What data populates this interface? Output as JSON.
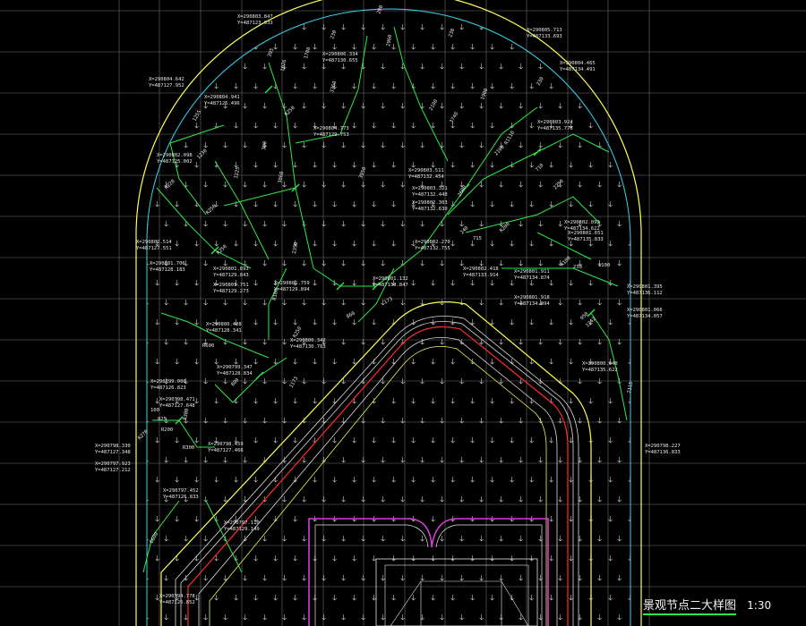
{
  "drawing": {
    "title": "景观节点二大样图",
    "scale": "1:30"
  },
  "colors": {
    "background": "#000000",
    "grid": "#6f6f6f",
    "outer_arc": "#ffff55",
    "inner_arc": "#34d6f0",
    "dimension": "#30e84a",
    "path_red": "#ff2a2a",
    "path_magenta": "#d23fd2",
    "hatch": "#c8c8c8",
    "text": "#e8e8e8"
  },
  "coordinate_labels": [
    {
      "x": "X=290803.847",
      "y": "Y=487123.933"
    },
    {
      "x": "X=290805.713",
      "y": "Y=487133.693"
    },
    {
      "x": "X=290804.642",
      "y": "Y=487127.952"
    },
    {
      "x": "X=290806.334",
      "y": "Y=487130.655"
    },
    {
      "x": "X=290804.941",
      "y": "Y=487125.496"
    },
    {
      "x": "X=290804.465",
      "y": "Y=487134.491"
    },
    {
      "x": "X=290803.924",
      "y": "Y=487135.776"
    },
    {
      "x": "X=290804.773",
      "y": "Y=487129.753"
    },
    {
      "x": "X=290802.098",
      "y": "Y=487125.002"
    },
    {
      "x": "X=290803.511",
      "y": "Y=487132.454"
    },
    {
      "x": "X=290803.321",
      "y": "Y=487132.448"
    },
    {
      "x": "X=290802.303",
      "y": "Y=487132.639"
    },
    {
      "x": "X=290802.514",
      "y": "Y=487127.551"
    },
    {
      "x": "X=290802.270",
      "y": "Y=487132.755"
    },
    {
      "x": "X=290802.092",
      "y": "Y=487134.622"
    },
    {
      "x": "X=290801.651",
      "y": "Y=487135.833"
    },
    {
      "x": "X=290801.706",
      "y": "Y=487128.183"
    },
    {
      "x": "X=290801.893",
      "y": "Y=487129.843"
    },
    {
      "x": "X=290801.751",
      "y": "Y=487129.273"
    },
    {
      "x": "X=290801.759",
      "y": "Y=487129.894"
    },
    {
      "x": "X=290801.132",
      "y": "Y=487130.847"
    },
    {
      "x": "X=290802.418",
      "y": "Y=487133.914"
    },
    {
      "x": "X=290801.911",
      "y": "Y=487134.874"
    },
    {
      "x": "X=290801.918",
      "y": "Y=487134.894"
    },
    {
      "x": "X=290801.395",
      "y": "Y=487136.112"
    },
    {
      "x": "X=290801.066",
      "y": "Y=487134.057"
    },
    {
      "x": "X=290800.428",
      "y": "Y=487128.341"
    },
    {
      "x": "X=290800.342",
      "y": "Y=487130.763"
    },
    {
      "x": "X=290799.347",
      "y": "Y=487128.834"
    },
    {
      "x": "X=290800.640",
      "y": "Y=487135.622"
    },
    {
      "x": "X=290799.006",
      "y": "Y=487126.823"
    },
    {
      "x": "X=290798.471",
      "y": "Y=487127.648"
    },
    {
      "x": "X=290798.330",
      "y": "Y=487127.348"
    },
    {
      "x": "X=290797.923",
      "y": "Y=487127.212"
    },
    {
      "x": "X=290798.459",
      "y": "Y=487127.466"
    },
    {
      "x": "X=290798.227",
      "y": "Y=487136.833"
    },
    {
      "x": "X=290797.452",
      "y": "Y=487126.833"
    },
    {
      "x": "X=290797.110",
      "y": "Y=487129.149"
    },
    {
      "x": "X=290794.778",
      "y": "Y=487126.852"
    }
  ],
  "dimension_labels": [
    "200",
    "230",
    "395",
    "1076",
    "2960",
    "230",
    "1780",
    "3360",
    "R250",
    "R250",
    "1900",
    "230",
    "1255",
    "3740",
    "1225",
    "R1110",
    "300",
    "2100",
    "2600",
    "240",
    "715",
    "2190",
    "3860",
    "3950",
    "R250",
    "710",
    "2350",
    "2250",
    "1230",
    "R100",
    "1100",
    "860",
    "950",
    "R220",
    "R200",
    "173",
    "R100",
    "R600",
    "100",
    "825",
    "R300",
    "R270",
    "R300",
    "R200",
    "800",
    "1242",
    "2115",
    "R250",
    "1173",
    "230",
    "6600"
  ]
}
